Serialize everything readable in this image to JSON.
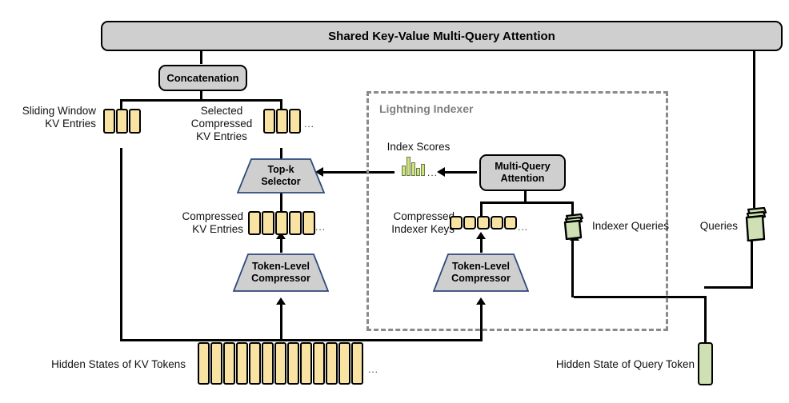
{
  "diagram": {
    "title_bar": "Shared Key-Value Multi-Query Attention",
    "concatenation": "Concatenation",
    "group_label": "Lightning Indexer",
    "labels": {
      "sliding_window": "Sliding Window\nKV Entries",
      "selected_compressed": "Selected\nCompressed\nKV Entries",
      "compressed_kv": "Compressed\nKV Entries",
      "compressed_indexer_keys": "Compressed\nIndexer Keys",
      "index_scores": "Index Scores",
      "indexer_queries": "Indexer Queries",
      "queries": "Queries",
      "hidden_states_kv": "Hidden States of KV Tokens",
      "hidden_state_query": "Hidden State of Query Token",
      "ellipsis": "..."
    },
    "blocks": {
      "topk_selector": "Top-k\nSelector",
      "token_level_compressor_left": "Token-Level\nCompressor",
      "token_level_compressor_right": "Token-Level\nCompressor",
      "multi_query_attention": "Multi-Query\nAttention"
    },
    "counts": {
      "sliding_window_cells": 3,
      "selected_compressed_cells": 3,
      "compressed_kv_cells": 5,
      "compressed_indexer_key_cells": 5,
      "hidden_state_kv_tokens": 13
    },
    "index_score_values": [
      0.55,
      1.0,
      0.72,
      0.42,
      0.62
    ],
    "colors": {
      "kv_cell_fill": "#F8E3A3",
      "query_cell_fill": "#CFE0B4",
      "block_fill": "#CFCFCF",
      "trapezoid_stroke": "#2E4A7D",
      "group_dash": "#8A8A8A",
      "score_bar": "#CCE57A",
      "line": "#000000"
    }
  }
}
